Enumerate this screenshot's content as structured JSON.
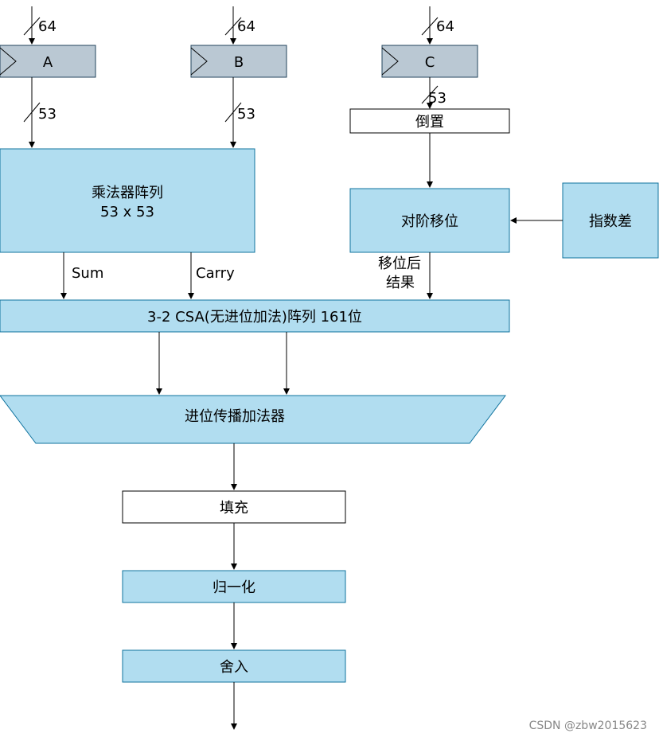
{
  "registers": {
    "a": {
      "label": "A",
      "width": "64"
    },
    "b": {
      "label": "B",
      "width": "64"
    },
    "c": {
      "label": "C",
      "width": "64"
    }
  },
  "buses": {
    "a_out": "53",
    "b_out": "53",
    "c_out": "53"
  },
  "blocks": {
    "multiplier_line1": "乘法器阵列",
    "multiplier_line2": "53 x 53",
    "invert": "倒置",
    "align_shift": "对阶移位",
    "exp_diff": "指数差",
    "csa": "3-2 CSA(无进位加法)阵列  161位",
    "cpa": "进位传播加法器",
    "pad": "填充",
    "normalize": "归一化",
    "round": "舍入"
  },
  "signals": {
    "sum": "Sum",
    "carry": "Carry",
    "shifted_line1": "移位后",
    "shifted_line2": "结果"
  },
  "watermark": "CSDN @zbw2015623",
  "colors": {
    "block_fill": "#b1ddf0",
    "block_stroke": "#10739e",
    "register_fill": "#bac8d3",
    "register_stroke": "#23445d"
  }
}
